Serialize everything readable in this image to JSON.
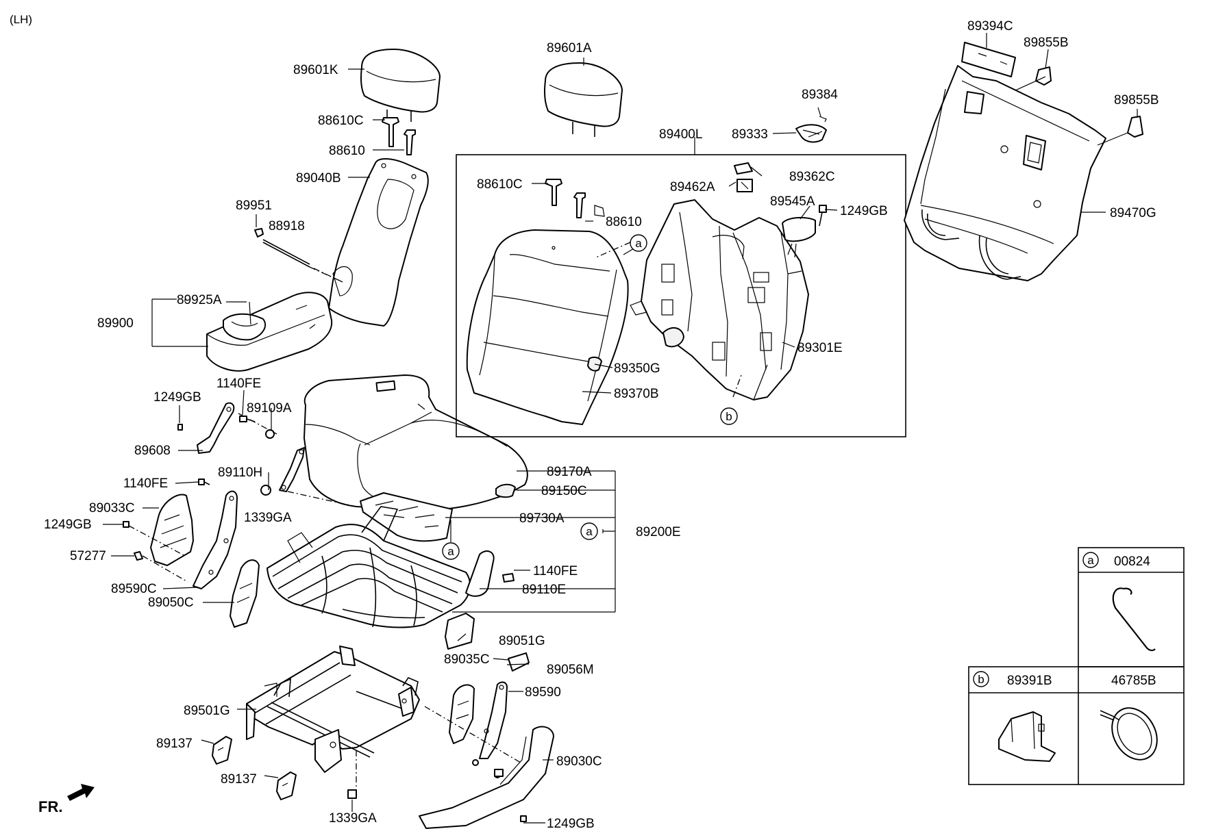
{
  "side_tag": "(LH)",
  "direction_label": "FR.",
  "labels": {
    "p89601K": "89601K",
    "p88610C_top": "88610C",
    "p88610_top": "88610",
    "p89040B": "89040B",
    "p89951": "89951",
    "p88918": "88918",
    "p89925A": "89925A",
    "p89900": "89900",
    "p1249GB_a": "1249GB",
    "p1140FE_a": "1140FE",
    "p89109A": "89109A",
    "p89608": "89608",
    "p89110H": "89110H",
    "p1140FE_b": "1140FE",
    "p89033C": "89033C",
    "p1249GB_b": "1249GB",
    "p1339GA_a": "1339GA",
    "p57277": "57277",
    "p89590C": "89590C",
    "p89050C": "89050C",
    "p89601A": "89601A",
    "p89400L": "89400L",
    "p88610C_box": "88610C",
    "p88610_box": "88610",
    "p89462A": "89462A",
    "p89362C": "89362C",
    "p89545A": "89545A",
    "p1249GB_c": "1249GB",
    "p89301E": "89301E",
    "p89350G": "89350G",
    "p89370B": "89370B",
    "p89384": "89384",
    "p89333": "89333",
    "p89394C": "89394C",
    "p89855B_a": "89855B",
    "p89855B_b": "89855B",
    "p89470G": "89470G",
    "p89170A": "89170A",
    "p89150C": "89150C",
    "p89730A": "89730A",
    "p89200E": "89200E",
    "p1140FE_c": "1140FE",
    "p89110E": "89110E",
    "p89051G": "89051G",
    "p89035C": "89035C",
    "p89056M": "89056M",
    "p89590": "89590",
    "p89501G": "89501G",
    "p89137_a": "89137",
    "p89137_b": "89137",
    "p89030C": "89030C",
    "p1339GA_b": "1339GA",
    "p1249GB_d": "1249GB"
  },
  "ref_markers": {
    "a": "a",
    "b": "b"
  },
  "legend": {
    "row_a": {
      "marker": "a",
      "part": "00824"
    },
    "row_b": {
      "marker": "b",
      "part_left": "89391B",
      "part_right": "46785B"
    }
  }
}
